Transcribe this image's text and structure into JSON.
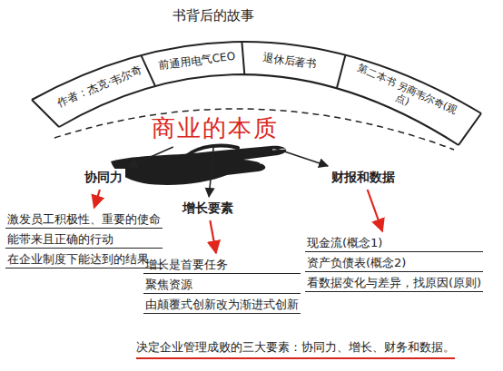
{
  "diagram": {
    "title": "书背后的故事",
    "caption": "决定企业管理成败的三大要素：协同力、增长、财务和数据。",
    "nodes": [
      {
        "text": [
          "作者：杰克·韦尔奇"
        ]
      },
      {
        "text": [
          "前通用电气CEO"
        ]
      },
      {
        "text": [
          "退休后著书"
        ]
      },
      {
        "text": [
          "第二本书 另商韦尔奇(观点)"
        ]
      },
      {
        "text": [
          "商业的本质"
        ]
      },
      {
        "text": [
          "协同力"
        ]
      },
      {
        "text": [
          "增长要素"
        ]
      },
      {
        "text": [
          "财报和数据"
        ]
      },
      {
        "text": [
          "激发员工积极性、重要的使命",
          "能带来且正确的行动",
          "在企业制度下能达到的结果"
        ]
      },
      {
        "text": [
          "增长是首要任务",
          "聚焦资源",
          "由颠覆式创新改为渐进式创新"
        ]
      },
      {
        "text": [
          "现金流(概念1)",
          "资产负债表(概念2)",
          "看数据变化与差异，找原因(原则)"
        ]
      }
    ],
    "edges": [
      {
        "from": 4,
        "to": 5,
        "arrow": "to"
      },
      {
        "from": 4,
        "to": 6,
        "arrow": "to"
      },
      {
        "from": 4,
        "to": 7,
        "arrow": "to"
      },
      {
        "from": 5,
        "to": 8,
        "arrow": "to"
      },
      {
        "from": 6,
        "to": 9,
        "arrow": "to"
      },
      {
        "from": 7,
        "to": 10,
        "arrow": "to"
      }
    ]
  }
}
